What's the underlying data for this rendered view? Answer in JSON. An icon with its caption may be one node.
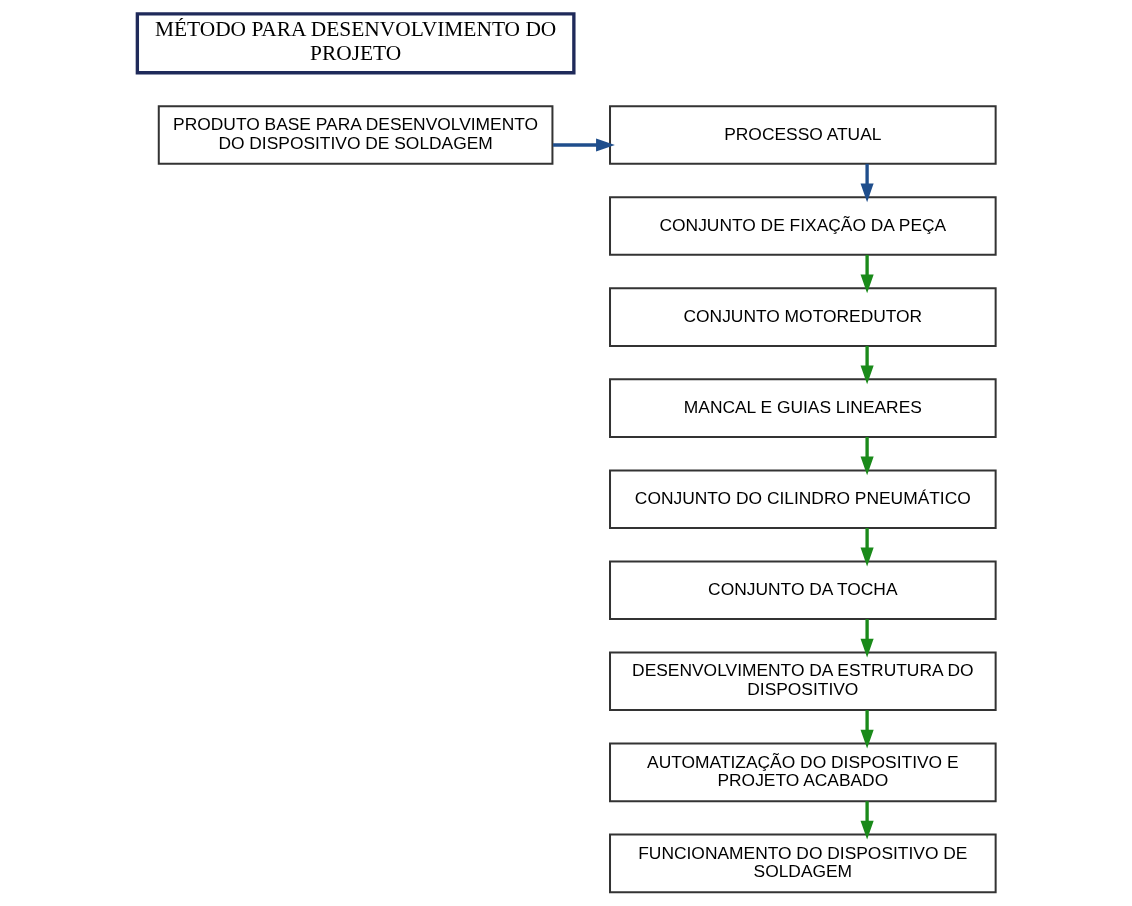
{
  "diagram": {
    "nodes": [
      {
        "text": [
          "MÉTODO PARA DESENVOLVIMENTO DO PROJETO"
        ]
      },
      {
        "text": [
          "PRODUTO BASE PARA DESENVOLVIMENTO DO DISPOSITIVO DE SOLDAGEM"
        ]
      },
      {
        "text": [
          "PROCESSO ATUAL"
        ]
      },
      {
        "text": [
          "CONJUNTO DE FIXAÇÃO DA PEÇA"
        ]
      },
      {
        "text": [
          "CONJUNTO MOTOREDUTOR"
        ]
      },
      {
        "text": [
          "MANCAL E GUIAS LINEARES"
        ]
      },
      {
        "text": [
          "CONJUNTO DO CILINDRO PNEUMÁTICO"
        ]
      },
      {
        "text": [
          "CONJUNTO DA TOCHA"
        ]
      },
      {
        "text": [
          "DESENVOLVIMENTO DA ESTRUTURA DO DISPOSITIVO"
        ]
      },
      {
        "text": [
          "AUTOMATIZAÇÃO DO DISPOSITIVO E PROJETO ACABADO"
        ]
      },
      {
        "text": [
          "FUNCIONAMENTO DO DISPOSITIVO DE SOLDAGEM"
        ]
      }
    ],
    "edges": [
      {
        "from": 1,
        "to": 2,
        "arrow": "to",
        "color": "#1f4e8c"
      },
      {
        "from": 2,
        "to": 3,
        "arrow": "to",
        "color": "#1f4e8c"
      },
      {
        "from": 3,
        "to": 4,
        "arrow": "to"
      },
      {
        "from": 4,
        "to": 5,
        "arrow": "to"
      },
      {
        "from": 5,
        "to": 6,
        "arrow": "to"
      },
      {
        "from": 6,
        "to": 7,
        "arrow": "to"
      },
      {
        "from": 7,
        "to": 8,
        "arrow": "to"
      },
      {
        "from": 8,
        "to": 9,
        "arrow": "to"
      },
      {
        "from": 9,
        "to": 10,
        "arrow": "to"
      }
    ]
  }
}
